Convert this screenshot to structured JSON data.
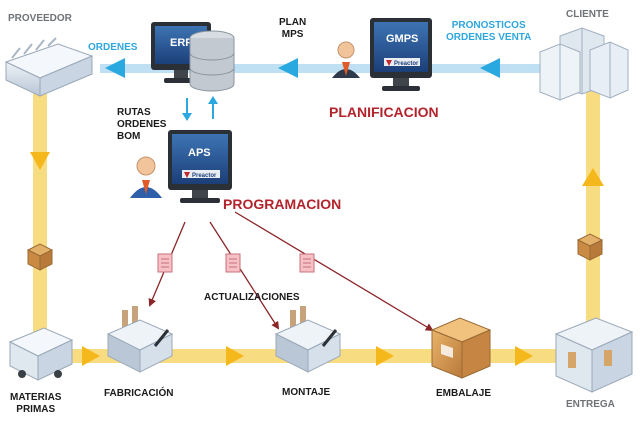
{
  "colors": {
    "flow_yellow": "#f7cf45",
    "flow_blue": "#bfe0f3",
    "flow_blue_arrow": "#2aa8e0",
    "label_red": "#b3232b",
    "label_cyan": "#2fa6de",
    "label_grey": "#6f7377",
    "doc_arrow": "#8a2528"
  },
  "labels": {
    "proveedor": "PROVEEDOR",
    "cliente": "CLIENTE",
    "ordenes": "ORDENES",
    "plan_mps": [
      "PLAN",
      "MPS"
    ],
    "pronosticos": [
      "PRONOSTICOS",
      "ORDENES VENTA"
    ],
    "planificacion": "PLANIFICACION",
    "programacion": "PROGRAMACION",
    "rutas": [
      "RUTAS",
      "ORDENES",
      "BOM"
    ],
    "actualizaciones": "ACTUALIZACIONES",
    "materias_primas": [
      "MATERIAS",
      "PRIMAS"
    ],
    "fabricacion": "FABRICACIÓN",
    "montaje": "MONTAJE",
    "embalaje": "EMBALAJE",
    "entrega": "ENTREGA"
  },
  "monitors": {
    "erp": "ERP",
    "gmps": "GMPS",
    "aps": "APS",
    "brand": "Preactor"
  }
}
